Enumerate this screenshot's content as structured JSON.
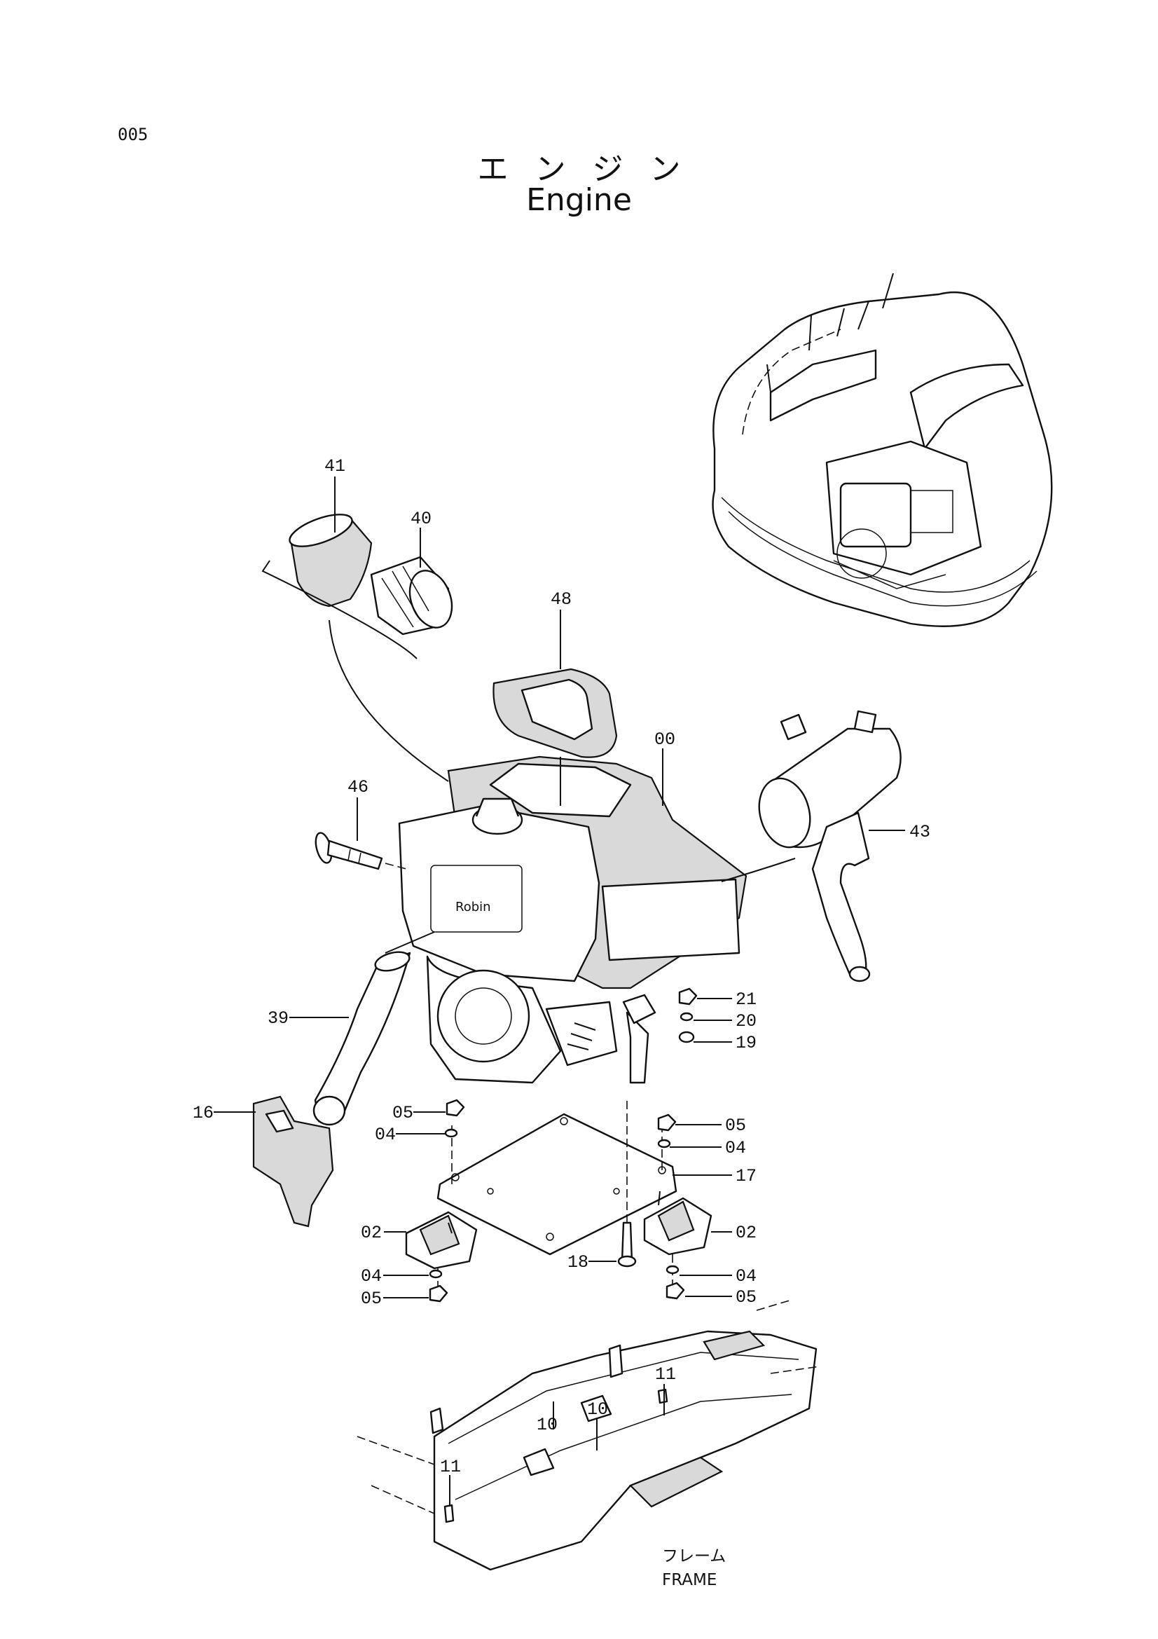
{
  "page_code": "005",
  "title_jp": "エンジン",
  "title_en": "Engine",
  "frame_label_jp": "フレーム",
  "frame_label_en": "FRAME",
  "callouts": {
    "c00": "00",
    "c02a": "02",
    "c02b": "02",
    "c04a": "04",
    "c04b": "04",
    "c04c": "04",
    "c04d": "04",
    "c05a": "05",
    "c05b": "05",
    "c05c": "05",
    "c05d": "05",
    "c10a": "10",
    "c10b": "10",
    "c11a": "11",
    "c11b": "11",
    "c16": "16",
    "c17": "17",
    "c18": "18",
    "c19": "19",
    "c20": "20",
    "c21": "21",
    "c39": "39",
    "c40": "40",
    "c41": "41",
    "c43": "43",
    "c46": "46",
    "c48": "48"
  }
}
